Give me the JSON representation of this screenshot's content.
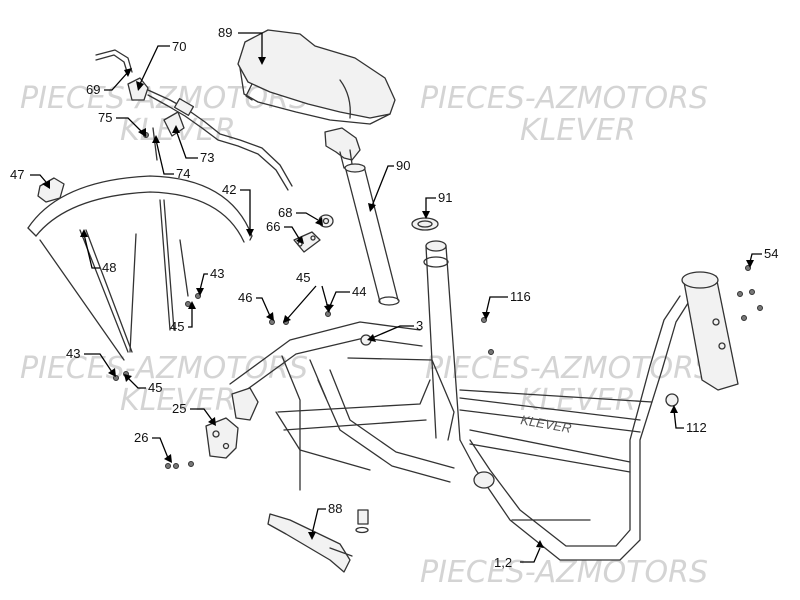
{
  "watermarks": [
    "PIECES-AZMOTORS",
    "KLEVER",
    "PIECES-AZMOTORS",
    "KLEVER",
    "PIECES-AZMOTORS",
    "KLEVER",
    "PIECES-AZMOTORS",
    "KLEVER",
    "PIECES-AZMOTORS"
  ],
  "frame_brand": "KLEVER",
  "callouts": [
    {
      "id": "c89",
      "text": "89"
    },
    {
      "id": "c70",
      "text": "70"
    },
    {
      "id": "c69",
      "text": "69"
    },
    {
      "id": "c75",
      "text": "75"
    },
    {
      "id": "c73",
      "text": "73"
    },
    {
      "id": "c74",
      "text": "74"
    },
    {
      "id": "c90",
      "text": "90"
    },
    {
      "id": "c47",
      "text": "47"
    },
    {
      "id": "c42",
      "text": "42"
    },
    {
      "id": "c68",
      "text": "68"
    },
    {
      "id": "c66",
      "text": "66"
    },
    {
      "id": "c91",
      "text": "91"
    },
    {
      "id": "c48",
      "text": "48"
    },
    {
      "id": "c43a",
      "text": "43"
    },
    {
      "id": "c45a",
      "text": "45"
    },
    {
      "id": "c46",
      "text": "46"
    },
    {
      "id": "c45b",
      "text": "45"
    },
    {
      "id": "c44",
      "text": "44"
    },
    {
      "id": "c116",
      "text": "116"
    },
    {
      "id": "c54",
      "text": "54"
    },
    {
      "id": "c3",
      "text": "3"
    },
    {
      "id": "c43b",
      "text": "43"
    },
    {
      "id": "c45c",
      "text": "45"
    },
    {
      "id": "c25",
      "text": "25"
    },
    {
      "id": "c112",
      "text": "112"
    },
    {
      "id": "c26",
      "text": "26"
    },
    {
      "id": "c88",
      "text": "88"
    },
    {
      "id": "c12",
      "text": "1,2"
    }
  ]
}
